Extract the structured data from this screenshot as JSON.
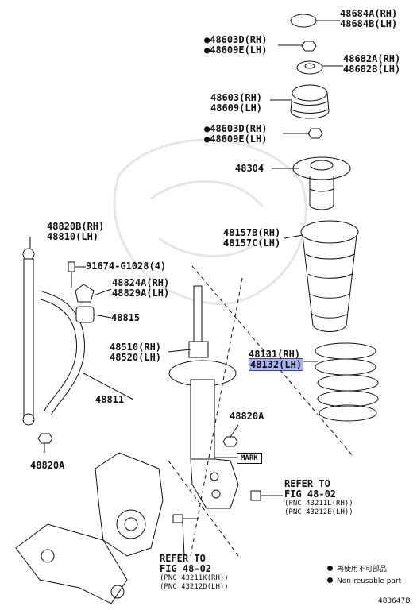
{
  "labels": {
    "p48684": [
      "48684A(RH)",
      "48684B(LH)"
    ],
    "p48603_top": [
      "●48603D(RH)",
      "●48609E(LH)"
    ],
    "p48682": [
      "48682A(RH)",
      "48682B(LH)"
    ],
    "p48603": [
      "48603(RH)",
      "48609(LH)"
    ],
    "p48603_mid": [
      "●48603D(RH)",
      "●48609E(LH)"
    ],
    "p48304": "48304",
    "p48157": [
      "48157B(RH)",
      "48157C(LH)"
    ],
    "p48820B": [
      "48820B(RH)",
      "48810(LH)"
    ],
    "p91674": "91674-G1028(4)",
    "p48824": [
      "48824A(RH)",
      "48829A(LH)"
    ],
    "p48815": "48815",
    "p48510": [
      "48510(RH)",
      "48520(LH)"
    ],
    "p48131": [
      "48131(RH)",
      "48132(LH)"
    ],
    "p48811": "48811",
    "p48820A_right": "48820A",
    "p48820A_left": "48820A",
    "mark": "MARK"
  },
  "refs": {
    "right": {
      "line1": "REFER TO",
      "line2": "FIG 48-02",
      "pnc1": "(PNC 43211L(RH))",
      "pnc2": "(PNC 43212E(LH))"
    },
    "left": {
      "line1": "REFER TO",
      "line2": "FIG 48-02",
      "pnc1": "(PNC 43211K(RH))",
      "pnc2": "(PNC 43212D(LH))"
    }
  },
  "legend": {
    "jp": "再使用不可部品",
    "en": "Non-reusable part"
  },
  "figure_id": "483647B",
  "colors": {
    "highlight": "#aab3f2",
    "highlight_border": "#3a46c8",
    "ink": "#111111"
  }
}
